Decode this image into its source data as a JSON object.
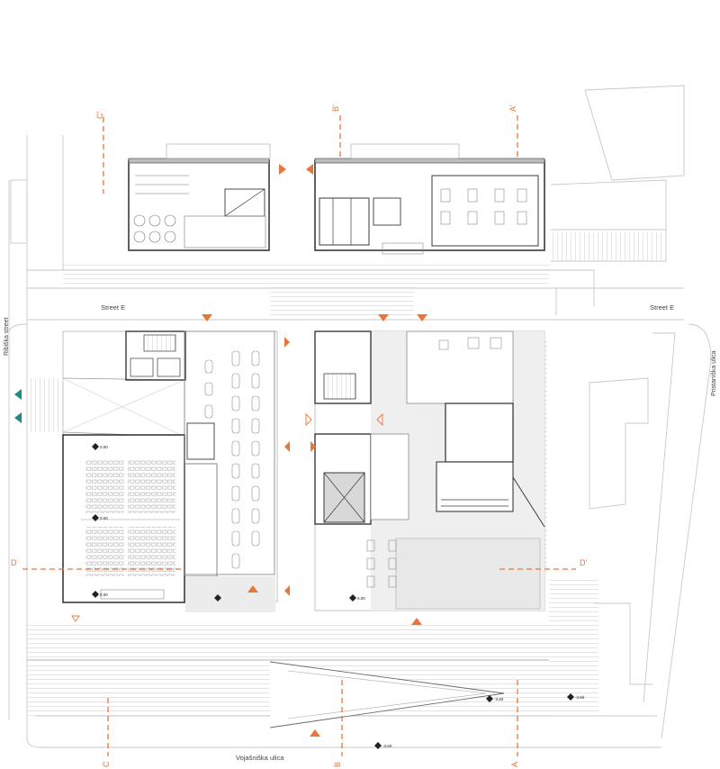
{
  "streets": {
    "street_e_left": "Street E",
    "street_e_right": "Street E",
    "ribiska": "Ribiška street",
    "pristaniska": "Pristaniška ulica",
    "vojasniska": "Vojašniška ulica"
  },
  "sections": {
    "a_top": "A'",
    "a_bottom": "A",
    "b_top": "B'",
    "b_bottom": "B",
    "c_top": "C'",
    "c_bottom": "C",
    "d_left": "D",
    "d_right": "D'"
  },
  "levels": {
    "l1": "0.00",
    "l2": "0.00",
    "l3": "0.00",
    "l4": "0.00",
    "l5": "-3.60",
    "l6": "-3.60",
    "l7": "-3.60"
  },
  "colors": {
    "section_marker": "#e8763a",
    "entrance_teal": "#1d8a8a",
    "line_dark": "#3a3a3a",
    "line_light": "#c9c9c9",
    "floor_shade": "#ececec"
  }
}
